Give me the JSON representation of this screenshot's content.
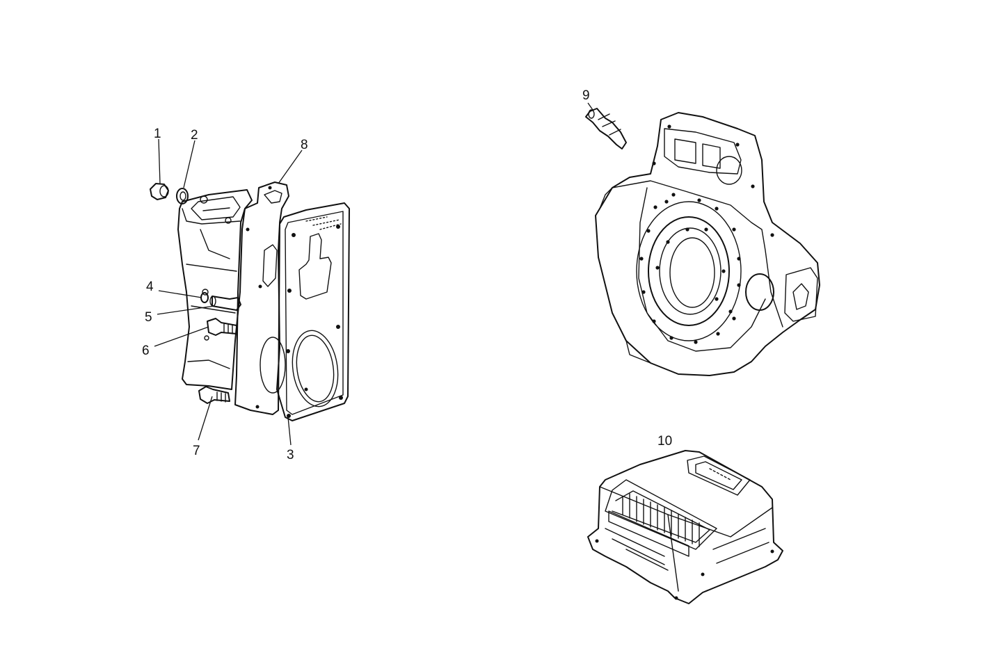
{
  "diagram": {
    "callouts": [
      "1",
      "2",
      "3",
      "4",
      "5",
      "6",
      "7",
      "8",
      "9",
      "10"
    ],
    "components": {
      "transmission_housing": "housing",
      "gasket_plate": "gasket",
      "flywheel_housing": "flywheel-housing",
      "sensor": "sensor",
      "control_unit": "control-unit"
    },
    "line_color": "#111111",
    "background": "#ffffff"
  }
}
